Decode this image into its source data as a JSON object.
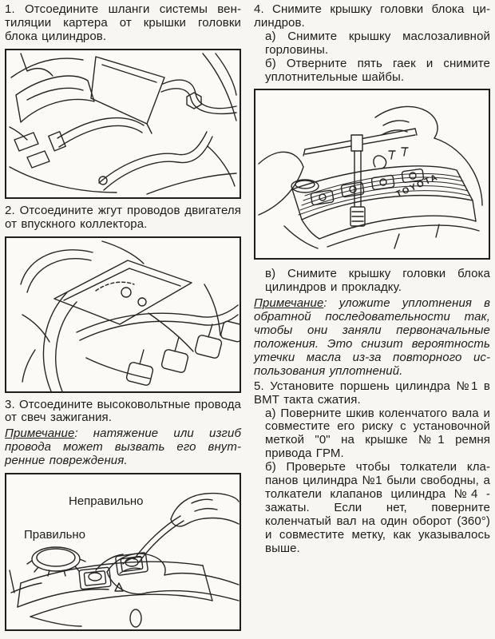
{
  "page": {
    "bg": "#f7f6f2",
    "ink": "#1c1c1c",
    "figure_border": "#1e1e1e"
  },
  "left": {
    "step1": "1. Отсоедините шланги системы вен­тиляции картера от крышки головки блока цилиндров.",
    "step2": "2. Отсоедините жгут проводов двига­теля от впускного коллектора.",
    "step3": "3. Отсоедините высоковольтные про­вода от свеч зажигания.",
    "note3_label": "Примечание",
    "note3_body": ": натяжение или изгиб провода может вызвать его внут­ренние повреждения.",
    "fig3": {
      "incorrect": "Неправильно",
      "correct": "Правильно"
    }
  },
  "right": {
    "step4": "4. Снимите крышку головки блока ци­линдров.",
    "step4a": "а) Снимите крышку маслозаливной горловины.",
    "step4b": "б) Отверните пять гаек и снимите уплотнительные шайбы.",
    "fig4": {
      "brand": "TOYOTA"
    },
    "step4c": "в) Снимите крышку головки блока цилиндров и прокладку.",
    "note4_label": "Примечание",
    "note4_body": ": уложите уплотнения в обратной последовательности так, чтобы они заняли первоначальные положения. Это снизит вероятность утечки масла из-за повторного ис­пользования уплотнений.",
    "step5": "5. Установите поршень цилиндра №1 в ВМТ такта сжатия.",
    "step5a": "а) Поверните шкив коленчатого вала и совместите его риску с установоч­ной меткой \"0\" на крышке №1 ремня привода ГРМ.",
    "step5b": "б) Проверьте чтобы толкатели кла­панов цилиндра №1 были свободны, а толкатели клапанов цилиндра №4 - зажаты. Если нет, поверните коленчатый вал на один оборот (360°) и совместите метку, как ука­зывалось выше."
  }
}
